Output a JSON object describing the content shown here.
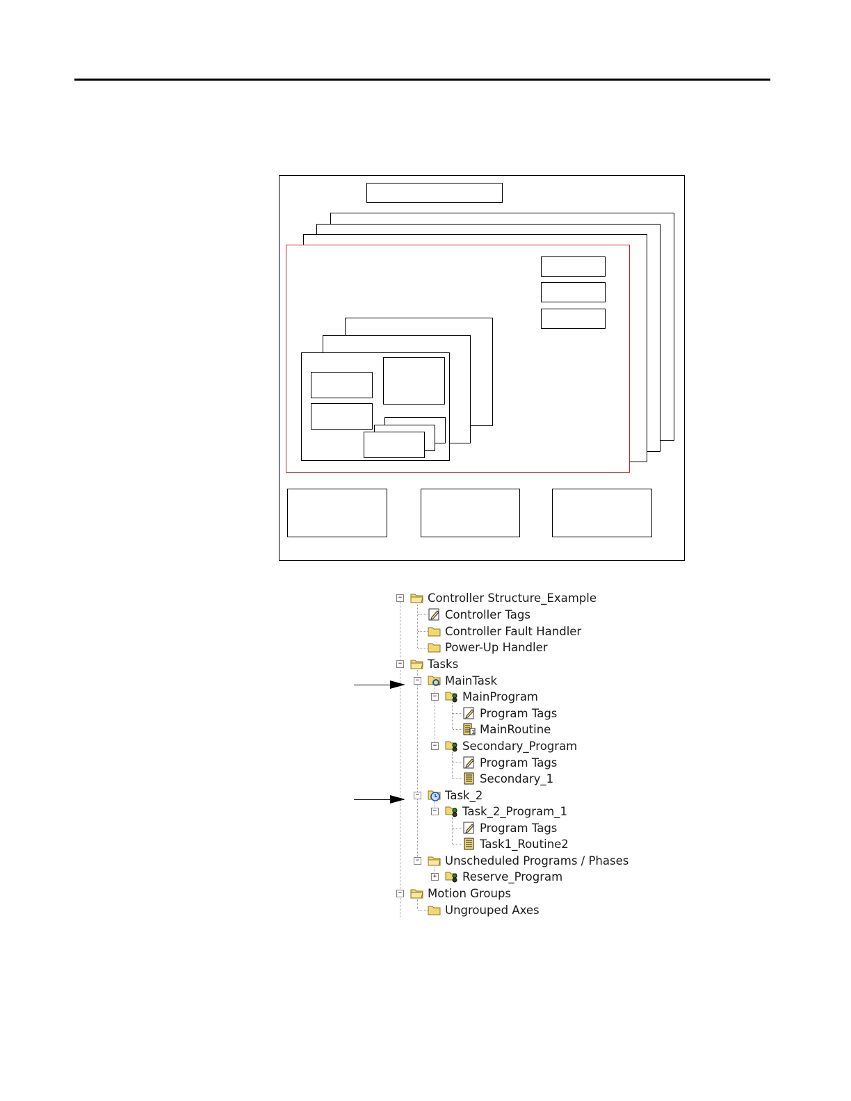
{
  "tree": {
    "nodes": [
      {
        "label": "Controller Structure_Example",
        "icon": "folder-open-icon",
        "expander": "minus"
      },
      {
        "label": "Controller Tags",
        "icon": "tags-icon"
      },
      {
        "label": "Controller Fault Handler",
        "icon": "folder-icon"
      },
      {
        "label": "Power-Up Handler",
        "icon": "folder-icon"
      },
      {
        "label": "Tasks",
        "icon": "folder-open-icon",
        "expander": "minus"
      },
      {
        "label": "MainTask",
        "icon": "continuous-task-icon",
        "expander": "minus"
      },
      {
        "label": "MainProgram",
        "icon": "program-icon",
        "expander": "minus"
      },
      {
        "label": "Program Tags",
        "icon": "tags-icon"
      },
      {
        "label": "MainRoutine",
        "icon": "main-routine-icon"
      },
      {
        "label": "Secondary_Program",
        "icon": "program-icon",
        "expander": "minus"
      },
      {
        "label": "Program Tags",
        "icon": "tags-icon"
      },
      {
        "label": "Secondary_1",
        "icon": "routine-icon"
      },
      {
        "label": "Task_2",
        "icon": "periodic-task-icon",
        "expander": "minus"
      },
      {
        "label": "Task_2_Program_1",
        "icon": "program-icon",
        "expander": "minus"
      },
      {
        "label": "Program Tags",
        "icon": "tags-icon"
      },
      {
        "label": "Task1_Routine2",
        "icon": "routine-icon"
      },
      {
        "label": "Unscheduled Programs / Phases",
        "icon": "folder-open-icon",
        "expander": "minus"
      },
      {
        "label": "Reserve_Program",
        "icon": "program-icon",
        "expander": "plus"
      },
      {
        "label": "Motion Groups",
        "icon": "folder-open-icon",
        "expander": "minus"
      },
      {
        "label": "Ungrouped Axes",
        "icon": "folder-icon"
      }
    ]
  },
  "colors": {
    "highlight_border": "#c0262d",
    "folder": "#f2d873"
  }
}
